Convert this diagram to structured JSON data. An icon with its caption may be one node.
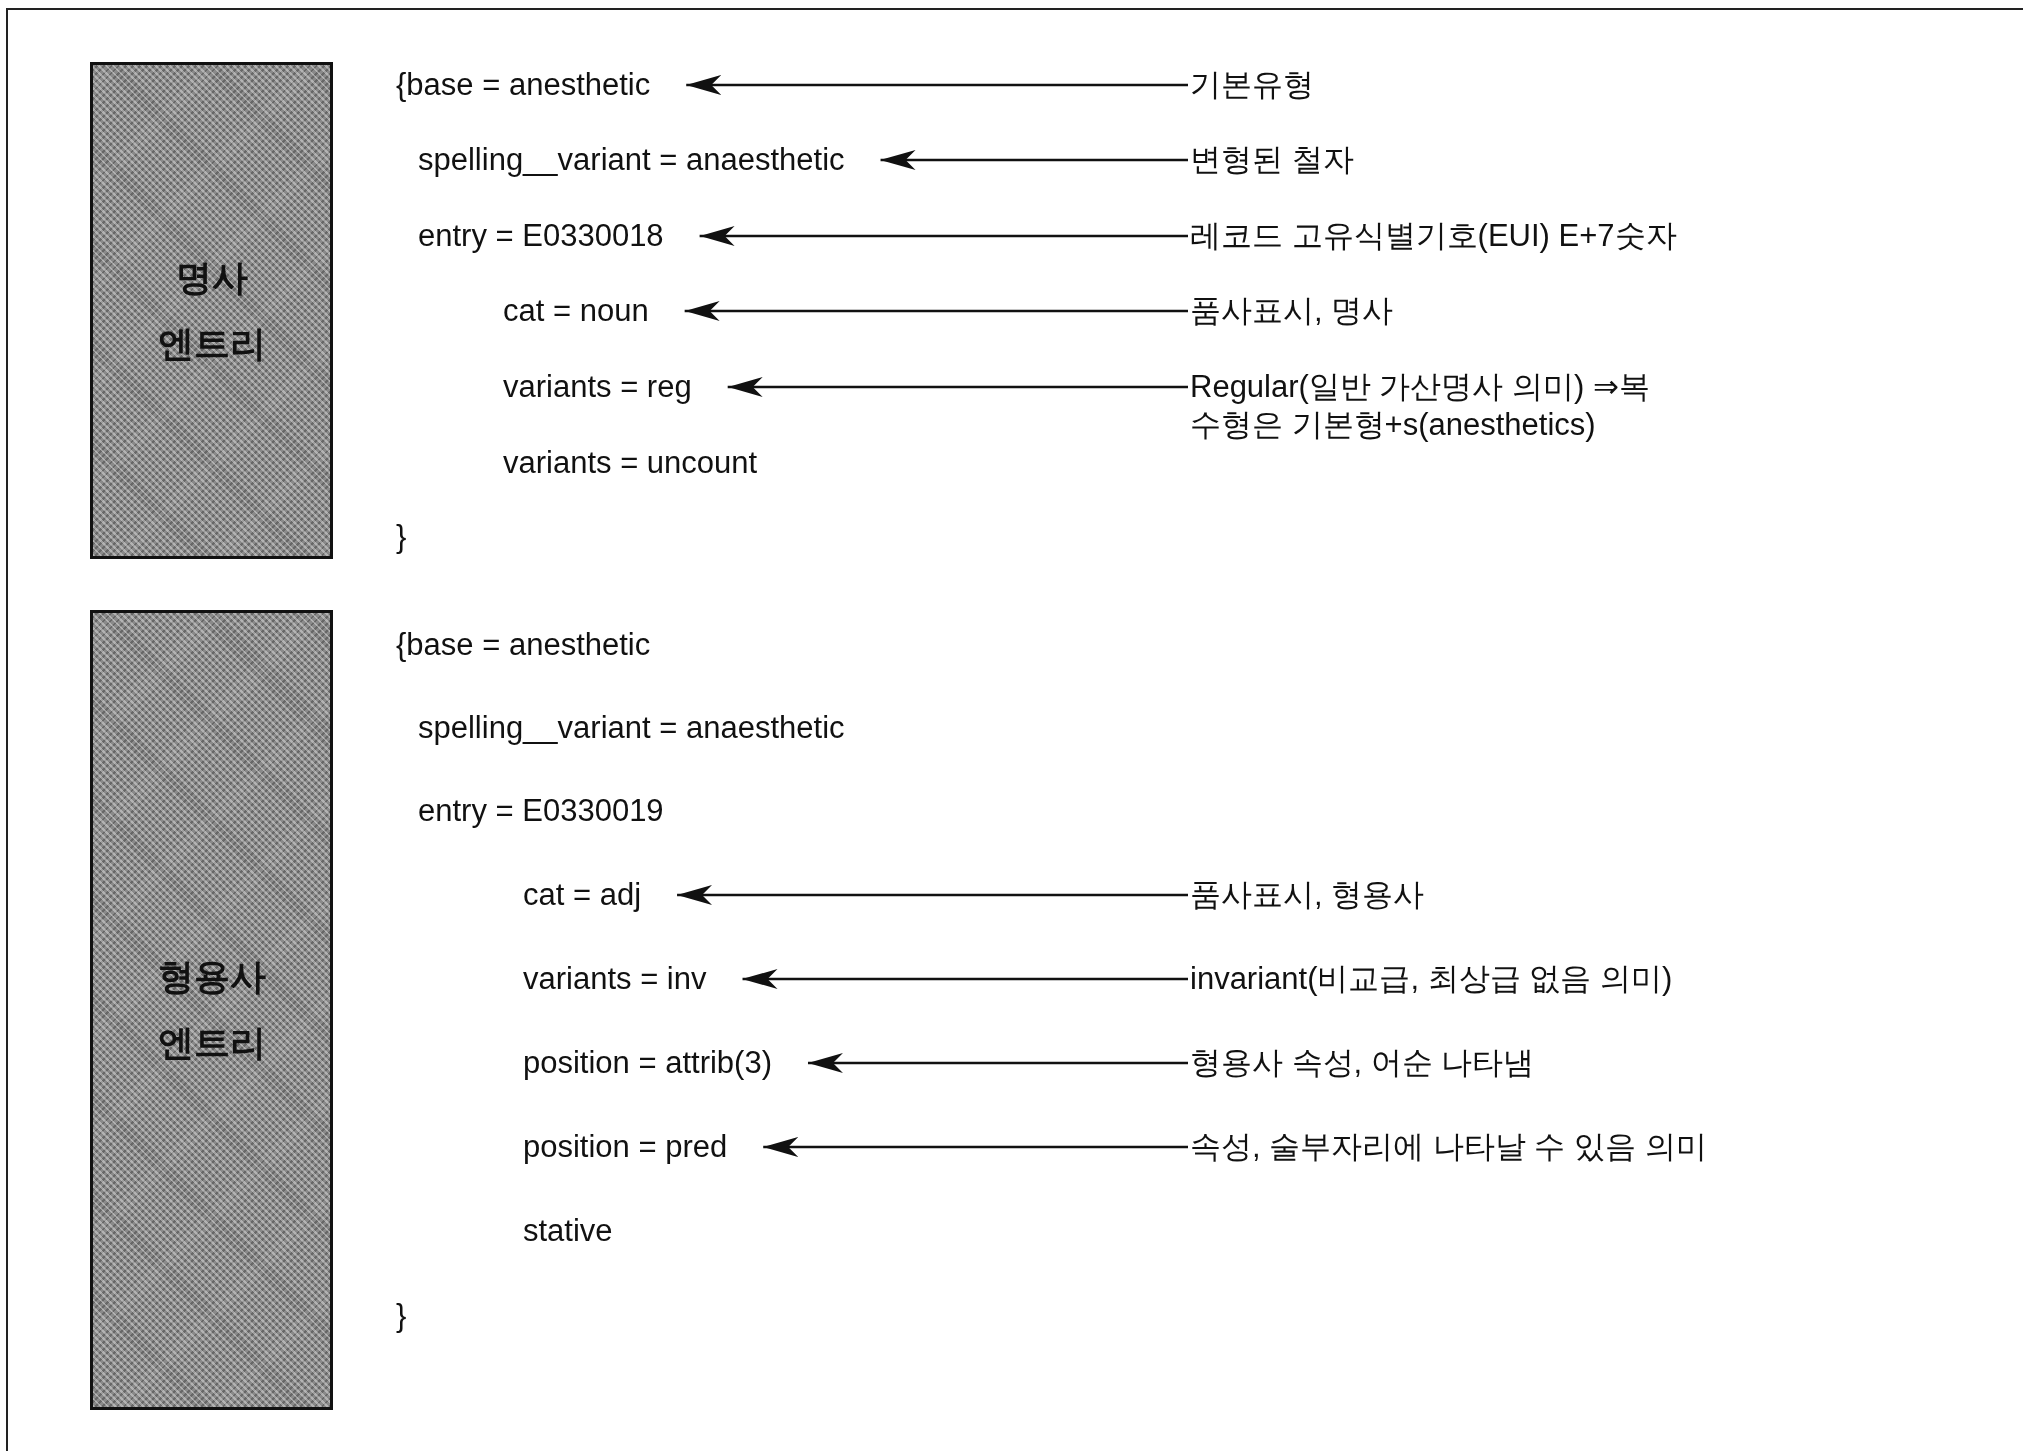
{
  "diagram": {
    "nodes": [
      {
        "text": [
          "명사 엔트리"
        ]
      },
      {
        "text": [
          "{base = anesthetic"
        ]
      },
      {
        "text": [
          "기본유형"
        ]
      },
      {
        "text": [
          "spelling__variant = anaesthetic"
        ]
      },
      {
        "text": [
          "변형된 철자"
        ]
      },
      {
        "text": [
          "entry = E0330018"
        ]
      },
      {
        "text": [
          "레코드 고유식별기호(EUI) E+7숫자"
        ]
      },
      {
        "text": [
          "cat = noun"
        ]
      },
      {
        "text": [
          "품사표시, 명사"
        ]
      },
      {
        "text": [
          "variants = reg"
        ]
      },
      {
        "text": [
          "Regular(일반 가산명사 의미) ⇒복수형은 기본형+s(anesthetics)"
        ]
      },
      {
        "text": [
          "형용사 엔트리"
        ]
      },
      {
        "text": [
          "cat = adj"
        ]
      },
      {
        "text": [
          "품사표시, 형용사"
        ]
      },
      {
        "text": [
          "variants = inv"
        ]
      },
      {
        "text": [
          "invariant(비교급, 최상급 없음 의미)"
        ]
      },
      {
        "text": [
          "position = attrib(3)"
        ]
      },
      {
        "text": [
          "형용사 속성, 어순 나타냄"
        ]
      },
      {
        "text": [
          "position = pred"
        ]
      },
      {
        "text": [
          "속성, 술부자리에 나타날 수 있음 의미"
        ]
      }
    ],
    "edges": [
      {
        "from": 2,
        "to": 1,
        "arrow": "to"
      },
      {
        "from": 4,
        "to": 3,
        "arrow": "to"
      },
      {
        "from": 6,
        "to": 5,
        "arrow": "to"
      },
      {
        "from": 8,
        "to": 7,
        "arrow": "to"
      },
      {
        "from": 10,
        "to": 9,
        "arrow": "to"
      },
      {
        "from": 13,
        "to": 12,
        "arrow": "to"
      },
      {
        "from": 15,
        "to": 14,
        "arrow": "to"
      },
      {
        "from": 17,
        "to": 16,
        "arrow": "to"
      },
      {
        "from": 19,
        "to": 18,
        "arrow": "to"
      }
    ],
    "labels": [
      "variants = uncount",
      "}",
      "{base = anesthetic",
      "spelling__variant = anaesthetic",
      "entry = E0330019",
      "stative",
      "}"
    ]
  }
}
